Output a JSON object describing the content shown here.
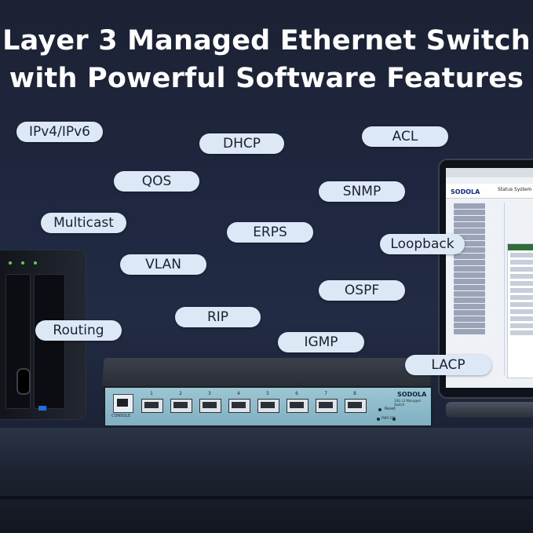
{
  "headline": {
    "line1": "Layer 3 Managed Ethernet Switch",
    "line2": "with Powerful Software Features"
  },
  "features": {
    "ipv4_ipv6": "IPv4/IPv6",
    "dhcp": "DHCP",
    "acl": "ACL",
    "qos": "QOS",
    "snmp": "SNMP",
    "multicast": "Multicast",
    "erps": "ERPS",
    "loopback": "Loopback",
    "vlan": "VLAN",
    "ospf": "OSPF",
    "routing": "Routing",
    "rip": "RIP",
    "igmp": "IGMP",
    "lacp": "LACP"
  },
  "switch": {
    "brand": "SODOLA",
    "model": "10G L3 Managed Switch",
    "reset": "Reset",
    "pwr_sys": "PWR  SYS",
    "console": "CONSOLE",
    "port_numbers": [
      "1",
      "2",
      "3",
      "4",
      "5",
      "6",
      "7",
      "8"
    ]
  },
  "laptop": {
    "brand": "SODOLA",
    "tabs": "Status  System"
  },
  "colors": {
    "pill_bg": "#dde8f7",
    "background": "#1f2740",
    "switch_front": "#8dbccb"
  }
}
